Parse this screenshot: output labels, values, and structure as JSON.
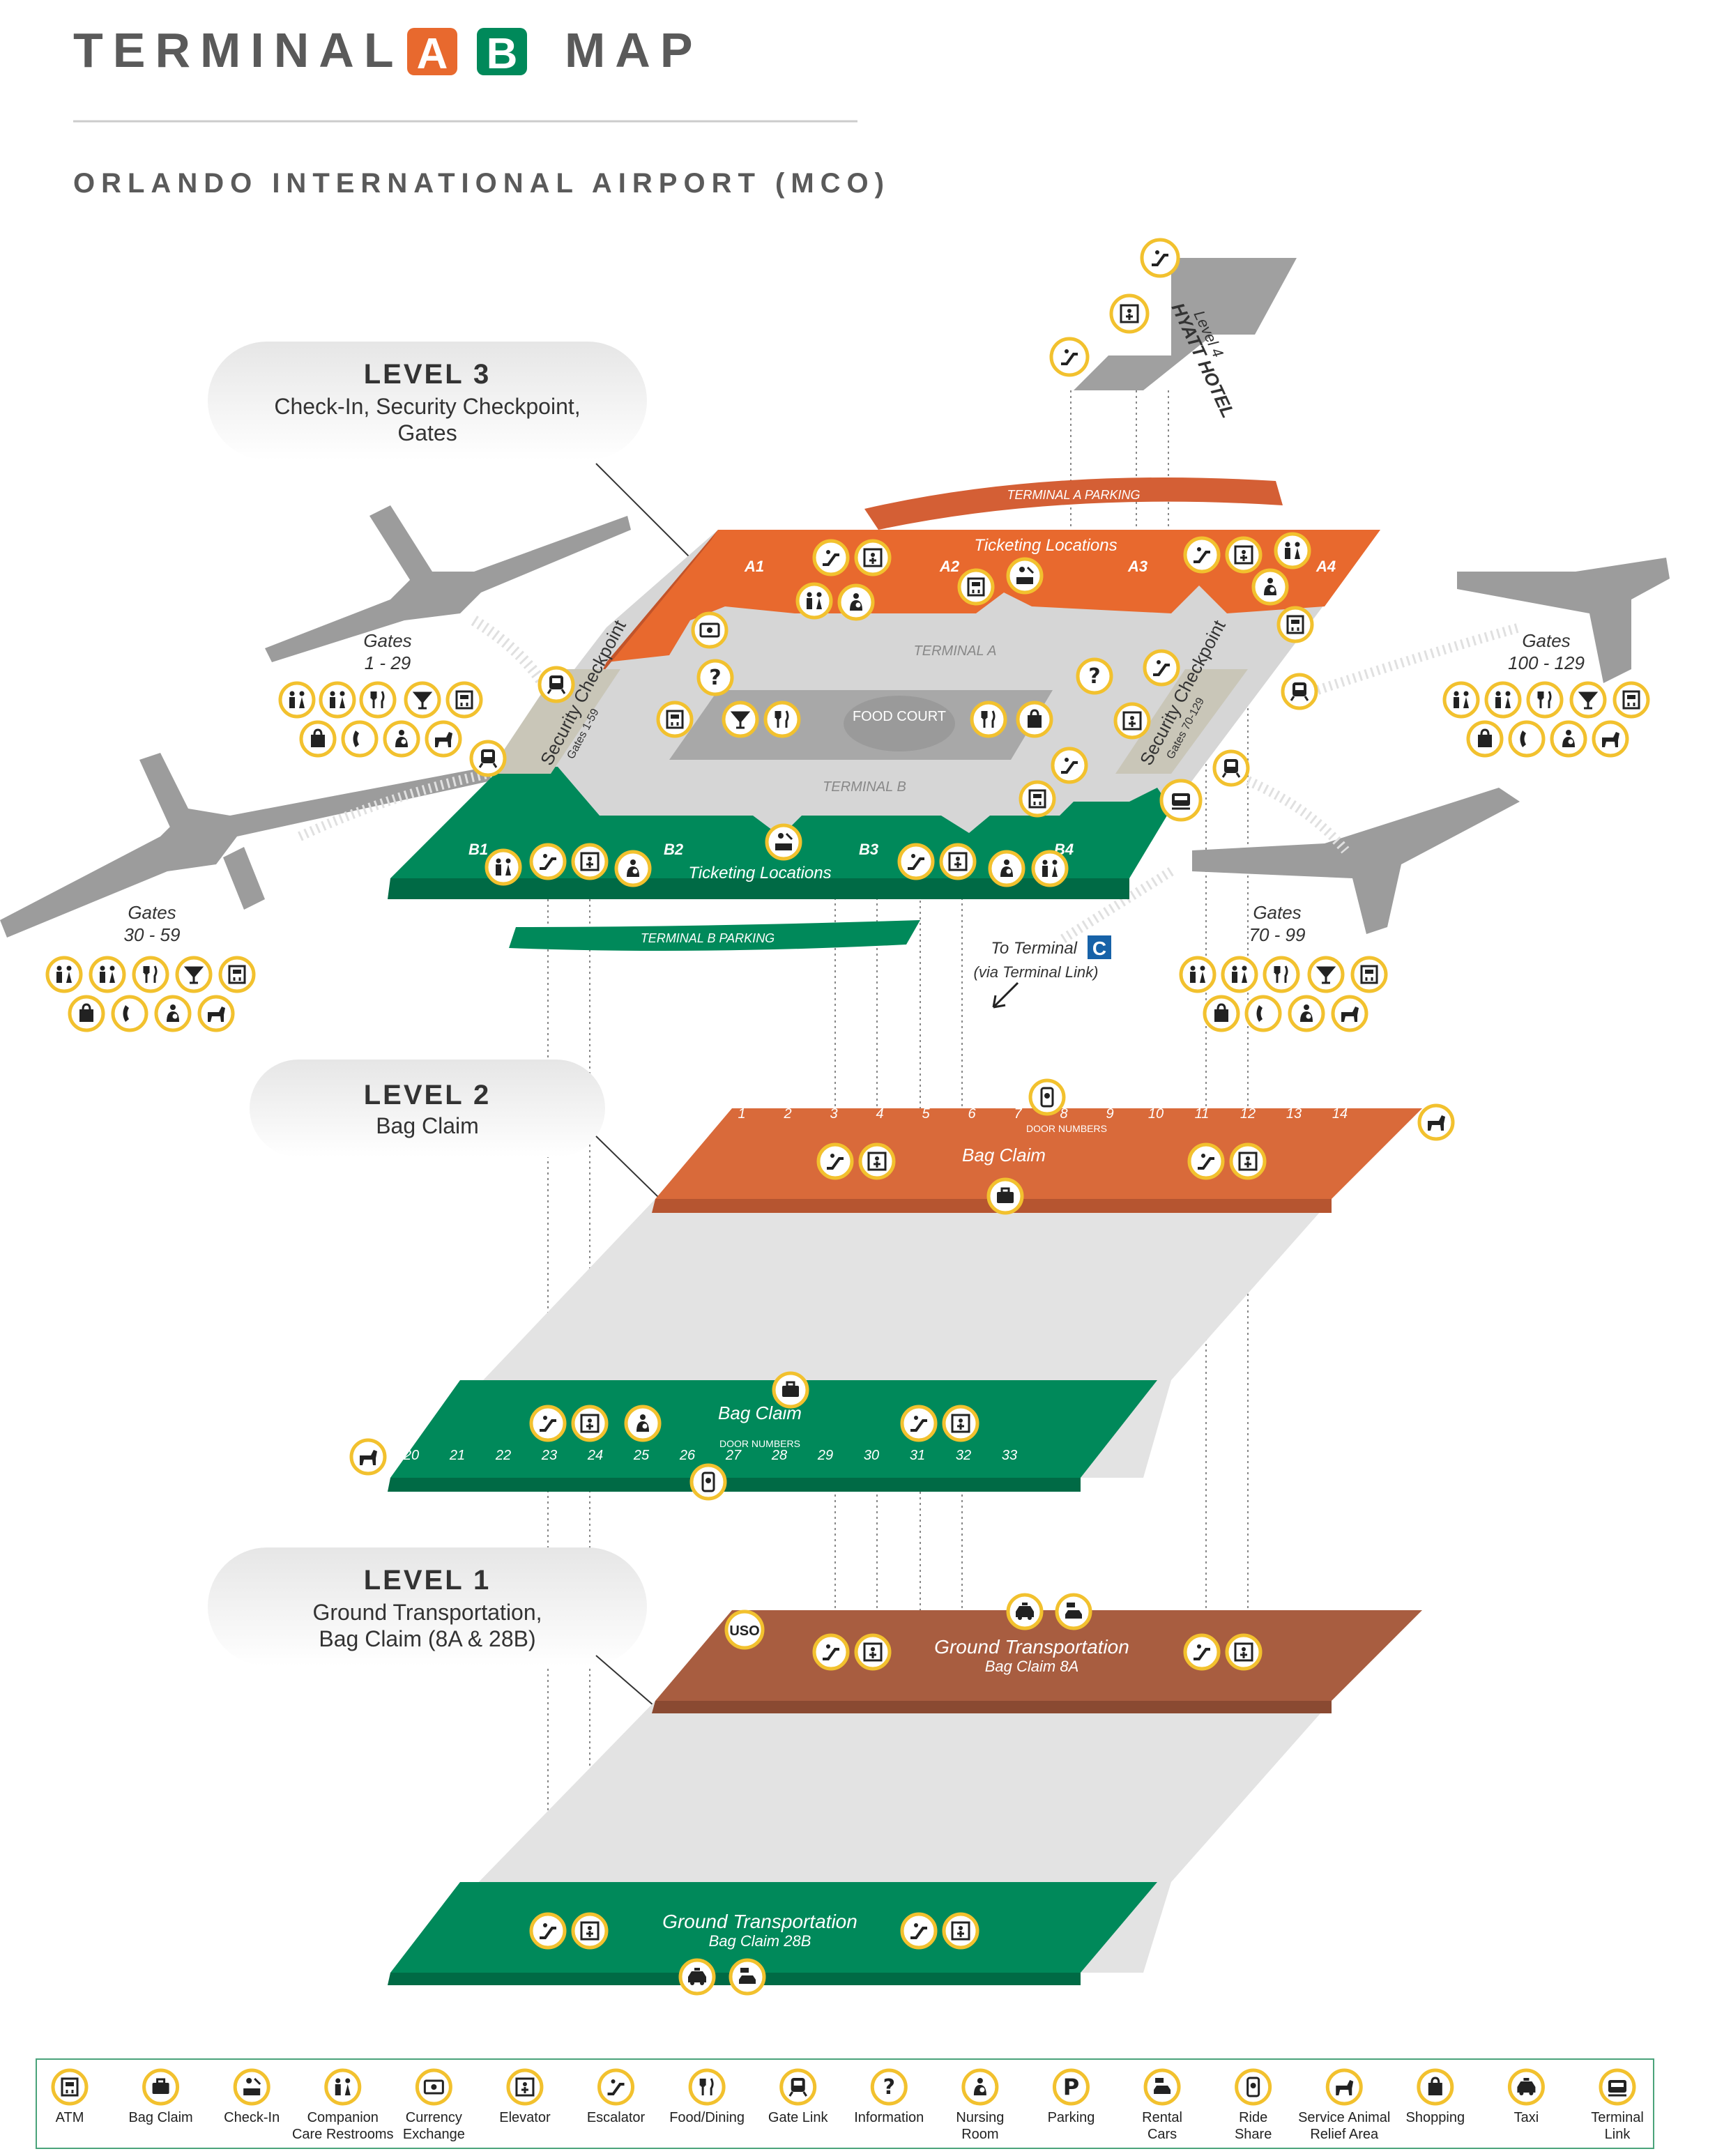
{
  "title": {
    "prefix": "TERMINAL",
    "a": "A",
    "b": "B",
    "suffix": "MAP"
  },
  "subtitle": "ORLANDO INTERNATIONAL AIRPORT (MCO)",
  "colors": {
    "orange": "#e8692e",
    "green": "#00895a",
    "brown": "#a85d40",
    "gray": "#9c9c9c",
    "icon_ring": "#f2c12e"
  },
  "levels": [
    {
      "heading": "LEVEL 3",
      "desc1": "Check-In, Security Checkpoint,",
      "desc2": "Gates"
    },
    {
      "heading": "LEVEL 2",
      "desc1": "Bag Claim",
      "desc2": ""
    },
    {
      "heading": "LEVEL 1",
      "desc1": "Ground Transportation,",
      "desc2": "Bag Claim (8A & 28B)"
    }
  ],
  "level3": {
    "parking_a": "TERMINAL A PARKING",
    "parking_b": "TERMINAL B PARKING",
    "ticketing": "Ticketing Locations",
    "terminal_a": "TERMINAL A",
    "terminal_b": "TERMINAL B",
    "food_court": "FOOD COURT",
    "security_left": "Security Checkpoint",
    "security_left_sub": "Gates 1-59",
    "security_right": "Security Checkpoint",
    "security_right_sub": "Gates 70-129",
    "a_labels": [
      "A1",
      "A2",
      "A3",
      "A4"
    ],
    "b_labels": [
      "B1",
      "B2",
      "B3",
      "B4"
    ],
    "hotel": "HYATT HOTEL",
    "hotel_level": "Level 4",
    "to_terminal": "To Terminal",
    "terminal_c": "C",
    "via_link": "(via Terminal Link)"
  },
  "gates": [
    {
      "label": "Gates",
      "range": "1 - 29"
    },
    {
      "label": "Gates",
      "range": "30 - 59"
    },
    {
      "label": "Gates",
      "range": "100 - 129"
    },
    {
      "label": "Gates",
      "range": "70 - 99"
    }
  ],
  "level2": {
    "bag_claim": "Bag Claim",
    "door_numbers": "DOOR NUMBERS",
    "doors_a": [
      "1",
      "2",
      "3",
      "4",
      "5",
      "6",
      "7",
      "8",
      "9",
      "10",
      "11",
      "12",
      "13",
      "14"
    ],
    "doors_b": [
      "20",
      "21",
      "22",
      "23",
      "24",
      "25",
      "26",
      "27",
      "28",
      "29",
      "30",
      "31",
      "32",
      "33"
    ]
  },
  "level1": {
    "ground": "Ground Transportation",
    "claim_a": "Bag Claim 8A",
    "claim_b": "Bag Claim 28B",
    "uso": "USO"
  },
  "legend": [
    {
      "icon": "atm-icon",
      "label1": "ATM",
      "label2": ""
    },
    {
      "icon": "bag-claim-icon",
      "label1": "Bag Claim",
      "label2": ""
    },
    {
      "icon": "check-in-icon",
      "label1": "Check-In",
      "label2": ""
    },
    {
      "icon": "companion-restroom-icon",
      "label1": "Companion",
      "label2": "Care Restrooms"
    },
    {
      "icon": "currency-exchange-icon",
      "label1": "Currency",
      "label2": "Exchange"
    },
    {
      "icon": "elevator-icon",
      "label1": "Elevator",
      "label2": ""
    },
    {
      "icon": "escalator-icon",
      "label1": "Escalator",
      "label2": ""
    },
    {
      "icon": "food-dining-icon",
      "label1": "Food/Dining",
      "label2": ""
    },
    {
      "icon": "gate-link-icon",
      "label1": "Gate Link",
      "label2": ""
    },
    {
      "icon": "information-icon",
      "label1": "Information",
      "label2": ""
    },
    {
      "icon": "nursing-room-icon",
      "label1": "Nursing",
      "label2": "Room"
    },
    {
      "icon": "parking-icon",
      "label1": "Parking",
      "label2": ""
    },
    {
      "icon": "rental-cars-icon",
      "label1": "Rental",
      "label2": "Cars"
    },
    {
      "icon": "ride-share-icon",
      "label1": "Ride",
      "label2": "Share"
    },
    {
      "icon": "service-animal-icon",
      "label1": "Service Animal",
      "label2": "Relief Area"
    },
    {
      "icon": "shopping-icon",
      "label1": "Shopping",
      "label2": ""
    },
    {
      "icon": "taxi-icon",
      "label1": "Taxi",
      "label2": ""
    },
    {
      "icon": "terminal-link-icon",
      "label1": "Terminal",
      "label2": "Link"
    }
  ]
}
